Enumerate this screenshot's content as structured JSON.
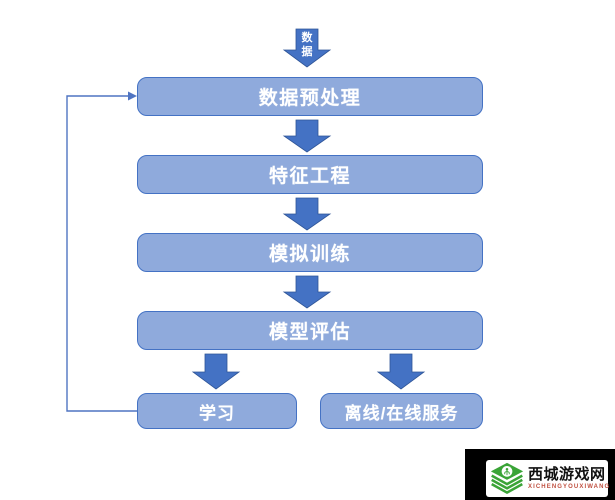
{
  "diagram": {
    "input_label": "数据",
    "nodes": {
      "preprocess": "数据预处理",
      "feature": "特征工程",
      "training": "模拟训练",
      "evaluation": "模型评估",
      "learning": "学习",
      "serving": "离线/在线服务"
    },
    "edges": [
      {
        "from": "数据",
        "to": "数据预处理"
      },
      {
        "from": "数据预处理",
        "to": "特征工程"
      },
      {
        "from": "特征工程",
        "to": "模拟训练"
      },
      {
        "from": "模拟训练",
        "to": "模型评估"
      },
      {
        "from": "模型评估",
        "to": "学习"
      },
      {
        "from": "模型评估",
        "to": "离线/在线服务"
      },
      {
        "from": "学习",
        "to": "数据预处理",
        "type": "feedback-loop"
      }
    ],
    "colors": {
      "node_fill": "#8faadc",
      "node_border": "#4472c4",
      "arrow_fill": "#4472c4",
      "connector": "#4f74c2",
      "label_text": "#ffffff"
    }
  },
  "watermark": {
    "site_name": "西城游戏网",
    "site_name_latin": "XICHENGYOUXIWANG",
    "logo_green": "#3aa437",
    "latin_red": "#c05040",
    "panel_black": "#000000"
  }
}
